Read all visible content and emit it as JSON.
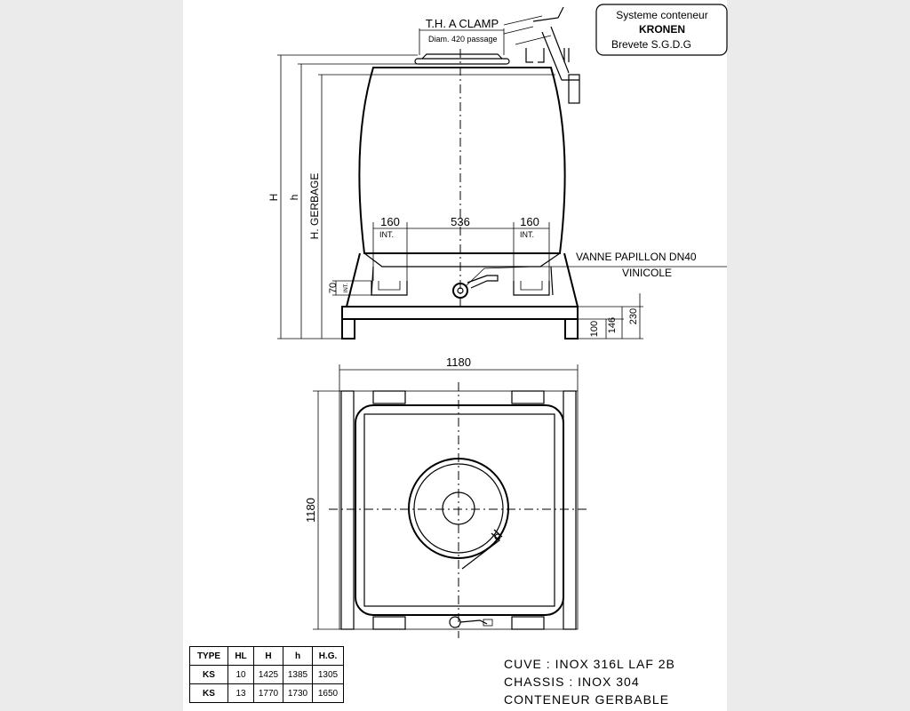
{
  "title_block": {
    "line1": "Systeme conteneur",
    "line2": "KRONEN",
    "line3": "Brevete S.G.D.G"
  },
  "side_view": {
    "top_label": "T.H. A CLAMP",
    "top_sublabel": "Diam. 420 passage",
    "dim_H": "H",
    "dim_h": "h",
    "dim_gerbage": "H. GERBAGE",
    "dim_160_left": "160",
    "dim_536": "536",
    "dim_160_right": "160",
    "int_left": "INT.",
    "int_right": "INT.",
    "dim_70": "70",
    "int_small": "INT.",
    "valve_line1": "VANNE PAPILLON DN40",
    "valve_line2": "VINICOLE",
    "dim_100": "100",
    "dim_146": "146",
    "dim_230": "230"
  },
  "top_view": {
    "dim_width": "1180",
    "dim_depth": "1180"
  },
  "spec_table": {
    "headers": [
      "TYPE",
      "HL",
      "H",
      "h",
      "H.G."
    ],
    "rows": [
      [
        "KS",
        "10",
        "1425",
        "1385",
        "1305"
      ],
      [
        "KS",
        "13",
        "1770",
        "1730",
        "1650"
      ]
    ]
  },
  "notes": {
    "line1": "CUVE : INOX 316L LAF 2B",
    "line2": "CHASSIS : INOX 304",
    "line3": "CONTENEUR GERBABLE"
  }
}
